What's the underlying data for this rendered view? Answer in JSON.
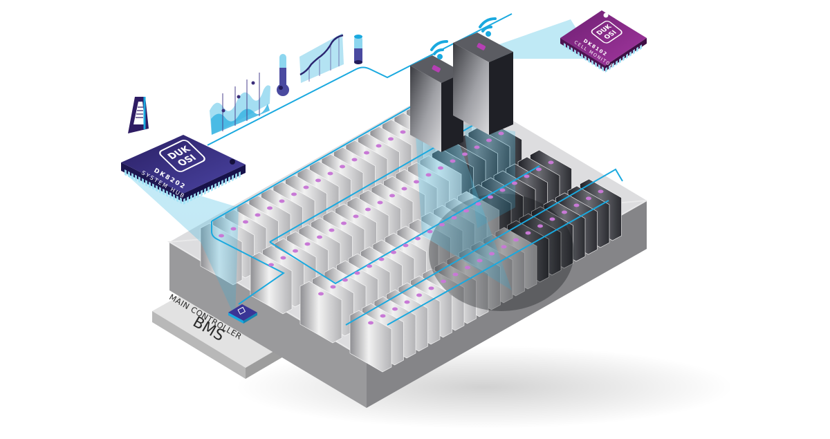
{
  "colors": {
    "background": "#ffffff",
    "system_hub_chip": "#3a2f86",
    "system_hub_chip_dark": "#23195a",
    "cell_monitor_chip": "#8a2a8c",
    "cell_monitor_chip_dark": "#5e1a63",
    "data_line": "#1aa9df",
    "beam": "#7fd3ec",
    "cell_light": "#e4e4e4",
    "cell_mid": "#a9a9ab",
    "cell_dark": "#2e2f36",
    "tray": "#8c8c8c",
    "controller_board": "#dcdcdc",
    "sensor_node": "#c879d6",
    "icon_blue": "#4aa7d9",
    "icon_navy": "#2e2a6e"
  },
  "system_hub_chip": {
    "logo_line1": "DUK",
    "logo_line2": "OSI",
    "part_number": "DK8202",
    "name": "SYSTEM HUB"
  },
  "cell_monitor_chip": {
    "logo_line1": "DUK",
    "logo_line2": "OSI",
    "part_number": "DK8102",
    "name": "CELL MONITOR"
  },
  "bms_controller": {
    "title": "BMS",
    "subtitle": "MAIN CONTROLLER"
  },
  "icons": [
    {
      "name": "metronome-icon"
    },
    {
      "name": "waveform-chart-icon"
    },
    {
      "name": "thermometer-icon"
    },
    {
      "name": "line-chart-icon"
    },
    {
      "name": "battery-level-icon"
    },
    {
      "name": "wireless-signal-icon"
    }
  ],
  "battery_pack": {
    "description": "Isometric battery pack tray with rows of prismatic cells, wireless cell monitors and a highlighted cell cluster"
  }
}
